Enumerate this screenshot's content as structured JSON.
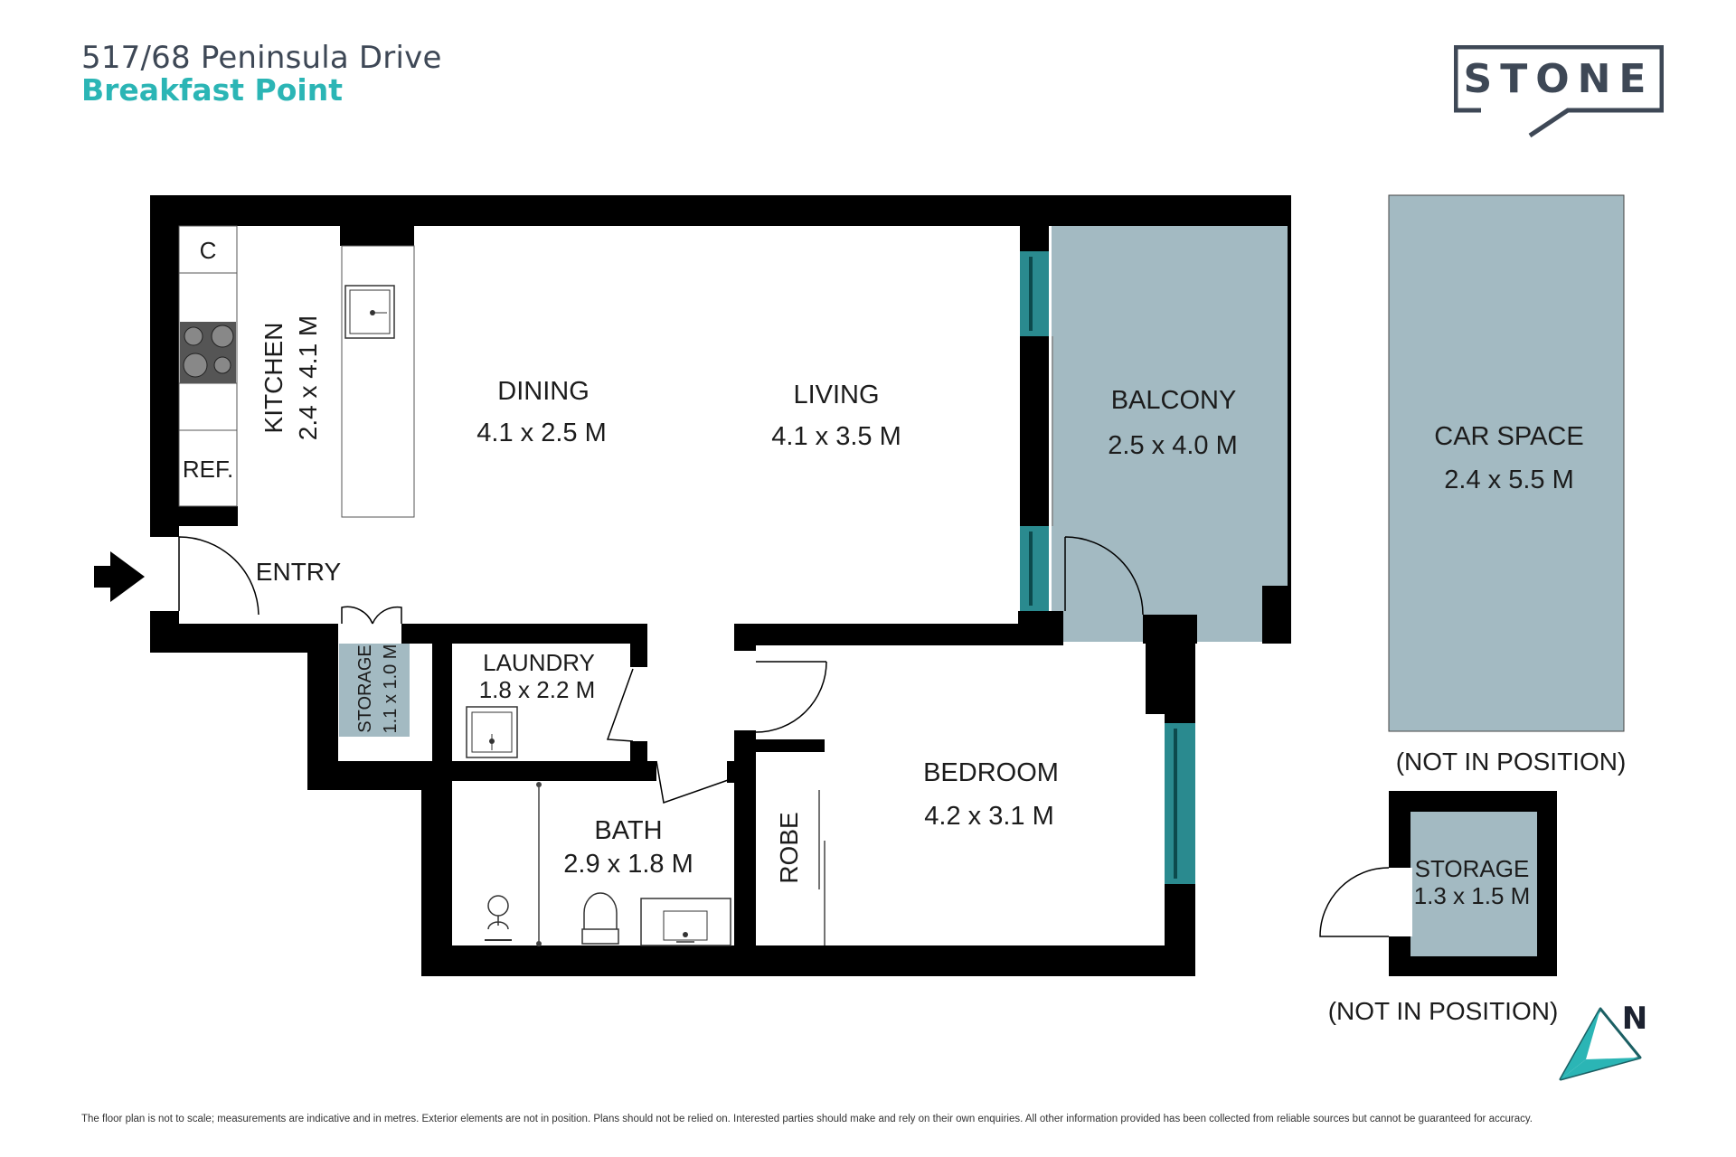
{
  "header": {
    "address": "517/68 Peninsula Drive",
    "suburb": "Breakfast Point"
  },
  "logo": {
    "text": "STONE"
  },
  "colors": {
    "wall": "#000000",
    "outdoor": "#a3bac2",
    "window": "#2a8a8f",
    "accent": "#2bb5b5",
    "address": "#3e4856"
  },
  "rooms": {
    "cupboard": "C",
    "kitchen": {
      "name": "KITCHEN",
      "size": "2.4 x 4.1 M"
    },
    "refrigerator": "REF.",
    "dining": {
      "name": "DINING",
      "size": "4.1 x 2.5 M"
    },
    "living": {
      "name": "LIVING",
      "size": "4.1 x 3.5 M"
    },
    "balcony": {
      "name": "BALCONY",
      "size": "2.5 x 4.0 M"
    },
    "entry": "ENTRY",
    "storage_internal": {
      "name": "STORAGE",
      "size": "1.1 x 1.0 M"
    },
    "laundry": {
      "name": "LAUNDRY",
      "size": "1.8 x 2.2 M"
    },
    "bath": {
      "name": "BATH",
      "size": "2.9 x 1.8 M"
    },
    "robe": "ROBE",
    "bedroom": {
      "name": "BEDROOM",
      "size": "4.2 x 3.1 M"
    },
    "car_space": {
      "name": "CAR SPACE",
      "size": "2.4 x 5.5 M",
      "note": "(NOT IN POSITION)"
    },
    "storage_external": {
      "name": "STORAGE",
      "size": "1.3 x 1.5 M",
      "note": "(NOT IN POSITION)"
    }
  },
  "compass": {
    "label": "N"
  },
  "disclaimer": "The floor plan is not to scale; measurements are indicative and in metres. Exterior elements are not in position. Plans should not be relied on. Interested parties should make and rely on their own enquiries. All other information provided has been collected from reliable sources but cannot be guaranteed for accuracy."
}
